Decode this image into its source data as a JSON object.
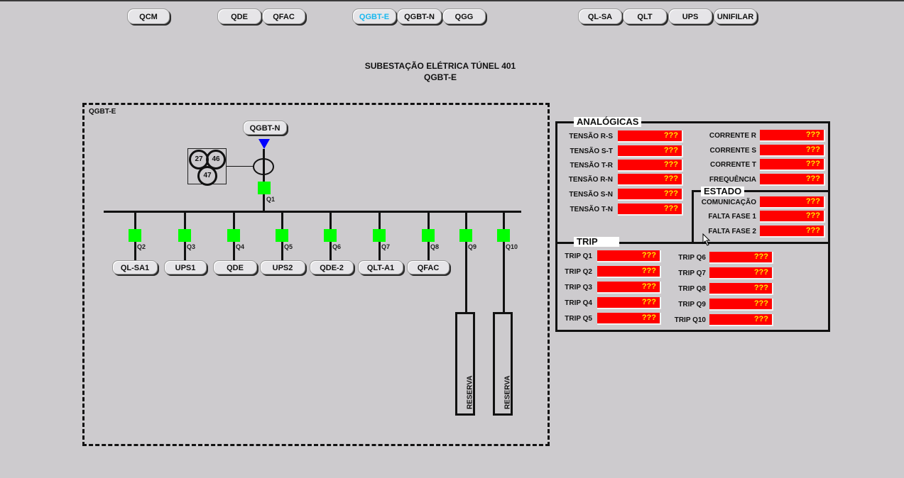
{
  "nav": {
    "buttons": [
      {
        "label": "QCM"
      },
      {
        "label": "QDE"
      },
      {
        "label": "QFAC"
      },
      {
        "label": "QGBT-E",
        "active": true
      },
      {
        "label": "QGBT-N"
      },
      {
        "label": "QGG"
      },
      {
        "label": "QL-SA"
      },
      {
        "label": "QLT"
      },
      {
        "label": "UPS"
      },
      {
        "label": "UNIFILAR"
      }
    ],
    "active_color": "#1ab8ef"
  },
  "title": {
    "line1": "SUBESTAÇÃO ELÉTRICA TÚNEL  401",
    "line2": "QGBT-E"
  },
  "diagram": {
    "frame_label": "QGBT-E",
    "source_button": "QGBT-N",
    "relays": [
      "27",
      "46",
      "47"
    ],
    "main_breaker": "Q1",
    "feeders": [
      {
        "breaker": "Q2",
        "load": "QL-SA1"
      },
      {
        "breaker": "Q3",
        "load": "UPS1"
      },
      {
        "breaker": "Q4",
        "load": "QDE"
      },
      {
        "breaker": "Q5",
        "load": "UPS2"
      },
      {
        "breaker": "Q6",
        "load": "QDE-2"
      },
      {
        "breaker": "Q7",
        "load": "QLT-A1"
      },
      {
        "breaker": "Q8",
        "load": "QFAC"
      },
      {
        "breaker": "Q9",
        "load": "RESERVA"
      },
      {
        "breaker": "Q10",
        "load": "RESERVA"
      }
    ],
    "breaker_color": "#00ff00",
    "arrow_color": "#0000ff"
  },
  "analogicas": {
    "title": "ANALÓGICAS",
    "left": [
      {
        "label": "TENSÃO R-S",
        "value": "???"
      },
      {
        "label": "TENSÃO S-T",
        "value": "???"
      },
      {
        "label": "TENSÃO T-R",
        "value": "???"
      },
      {
        "label": "TENSÃO R-N",
        "value": "???"
      },
      {
        "label": "TENSÃO S-N",
        "value": "???"
      },
      {
        "label": "TENSÃO T-N",
        "value": "???"
      }
    ],
    "right": [
      {
        "label": "CORRENTE R",
        "value": "???"
      },
      {
        "label": "CORRENTE S",
        "value": "???"
      },
      {
        "label": "CORRENTE T",
        "value": "???"
      },
      {
        "label": "FREQUÊNCIA",
        "value": "???"
      }
    ]
  },
  "estado": {
    "title": "ESTADO",
    "rows": [
      {
        "label": "COMUNICAÇÃO",
        "value": "???"
      },
      {
        "label": "FALTA FASE  1",
        "value": "???"
      },
      {
        "label": "FALTA FASE 2",
        "value": "???"
      }
    ]
  },
  "trip": {
    "title": "TRIP",
    "left": [
      {
        "label": "TRIP Q1",
        "value": "???"
      },
      {
        "label": "TRIP Q2",
        "value": "???"
      },
      {
        "label": "TRIP Q3",
        "value": "???"
      },
      {
        "label": "TRIP Q4",
        "value": "???"
      },
      {
        "label": "TRIP Q5",
        "value": "???"
      }
    ],
    "right": [
      {
        "label": "TRIP Q6",
        "value": "???"
      },
      {
        "label": "TRIP Q7",
        "value": "???"
      },
      {
        "label": "TRIP Q8",
        "value": "???"
      },
      {
        "label": "TRIP Q9",
        "value": "???"
      },
      {
        "label": "TRIP Q10",
        "value": "???"
      }
    ]
  },
  "colors": {
    "value_bg": "#ff0000",
    "value_text": "#ffef00",
    "background": "#cdcbce"
  }
}
